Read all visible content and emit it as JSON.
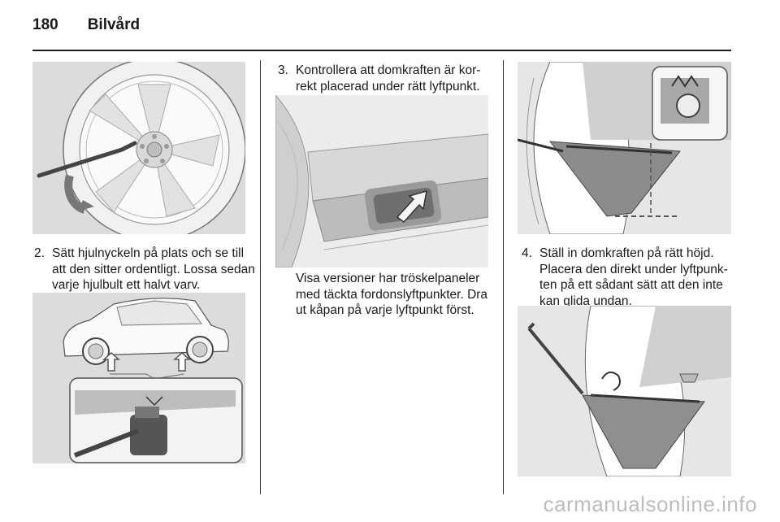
{
  "header": {
    "page_number": "180",
    "section": "Bilvård"
  },
  "col1": {
    "step_num": "2.",
    "step_text": "Sätt hjulnyckeln på plats och se till att den sitter ordentligt. Lossa sedan varje hjulbult ett halvt varv."
  },
  "col2": {
    "step_num": "3.",
    "step_text": "Kontrollera att domkraften är kor-rekt placerad under rätt lyftpunkt.",
    "note": "Visa versioner har tröskelpaneler med täckta fordonslyftpunkter. Dra ut kåpan på varje lyftpunkt först."
  },
  "col3": {
    "step_num": "4.",
    "step_text": "Ställ in domkraften på rätt höjd. Placera den direkt under lyftpunk-ten på ett sådant sätt att den inte kan glida undan."
  },
  "watermark": "carmanualsonline.info",
  "colors": {
    "figure_bg": "#dcdcdc",
    "text": "#1a1a1a",
    "watermark": "#bdbdbd"
  }
}
